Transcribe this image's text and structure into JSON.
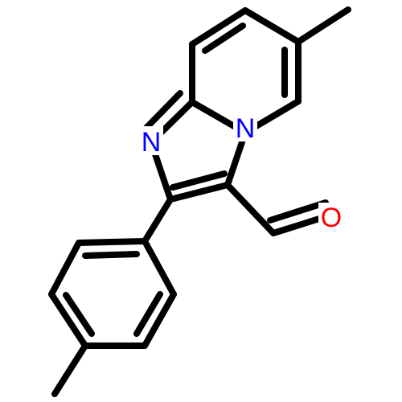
{
  "molecule": {
    "atoms": {
      "n_imine": {
        "symbol": "N",
        "color": "#0000ff"
      },
      "n_bridge": {
        "symbol": "N",
        "color": "#0000ff"
      },
      "o_aldehyde": {
        "symbol": "O",
        "color": "#ff0000"
      }
    },
    "bond_color": "#000000",
    "background": "#ffffff"
  }
}
